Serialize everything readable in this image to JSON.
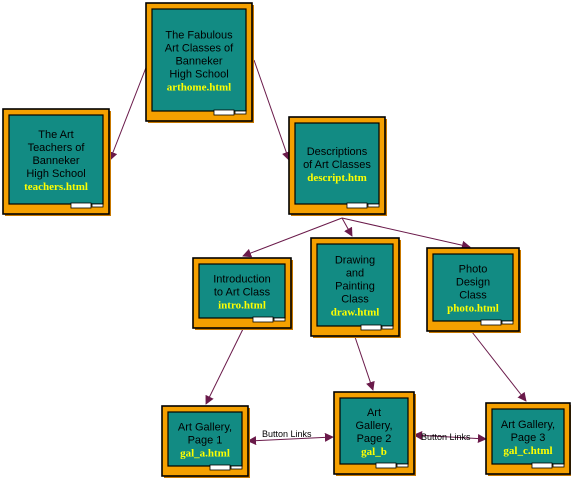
{
  "nodes": [
    {
      "id": "arthome",
      "lines": [
        "The Fabulous",
        "Art Classes of",
        "Banneker",
        "High School"
      ],
      "file": "arthome.html"
    },
    {
      "id": "teachers",
      "lines": [
        "The Art",
        "Teachers of",
        "Banneker",
        "High School"
      ],
      "file": "teachers.html"
    },
    {
      "id": "descript",
      "lines": [
        "Descriptions",
        "of Art Classes"
      ],
      "file": "descript.htm"
    },
    {
      "id": "intro",
      "lines": [
        "Introduction",
        "to Art Class"
      ],
      "file": "intro.html"
    },
    {
      "id": "draw",
      "lines": [
        "Drawing",
        "and",
        "Painting",
        "Class"
      ],
      "file": "draw.html"
    },
    {
      "id": "photo",
      "lines": [
        "Photo",
        "Design",
        "Class"
      ],
      "file": "photo.html"
    },
    {
      "id": "gal_a",
      "lines": [
        "Art Gallery,",
        "Page 1"
      ],
      "file": "gal_a.html"
    },
    {
      "id": "gal_b",
      "lines": [
        "Art",
        "Gallery,",
        "Page 2"
      ],
      "file": "gal_b"
    },
    {
      "id": "gal_c",
      "lines": [
        "Art Gallery,",
        "Page 3"
      ],
      "file": "gal_c.html"
    }
  ],
  "edges": [
    {
      "from": "arthome",
      "to": "teachers",
      "label": ""
    },
    {
      "from": "arthome",
      "to": "descript",
      "label": ""
    },
    {
      "from": "descript",
      "to": "intro",
      "label": ""
    },
    {
      "from": "descript",
      "to": "draw",
      "label": ""
    },
    {
      "from": "descript",
      "to": "photo",
      "label": ""
    },
    {
      "from": "intro",
      "to": "gal_a",
      "label": ""
    },
    {
      "from": "draw",
      "to": "gal_b",
      "label": ""
    },
    {
      "from": "photo",
      "to": "gal_c",
      "label": ""
    },
    {
      "from": "gal_a",
      "to": "gal_b",
      "label": "Button Links",
      "bidirectional": true
    },
    {
      "from": "gal_b",
      "to": "gal_c",
      "label": "Button Links",
      "bidirectional": true
    }
  ],
  "colors": {
    "board_frame": "#f5a000",
    "board_face": "#128b83",
    "title_text": "#000000",
    "file_text": "#ffff00",
    "arrow": "#6a1a4a"
  }
}
